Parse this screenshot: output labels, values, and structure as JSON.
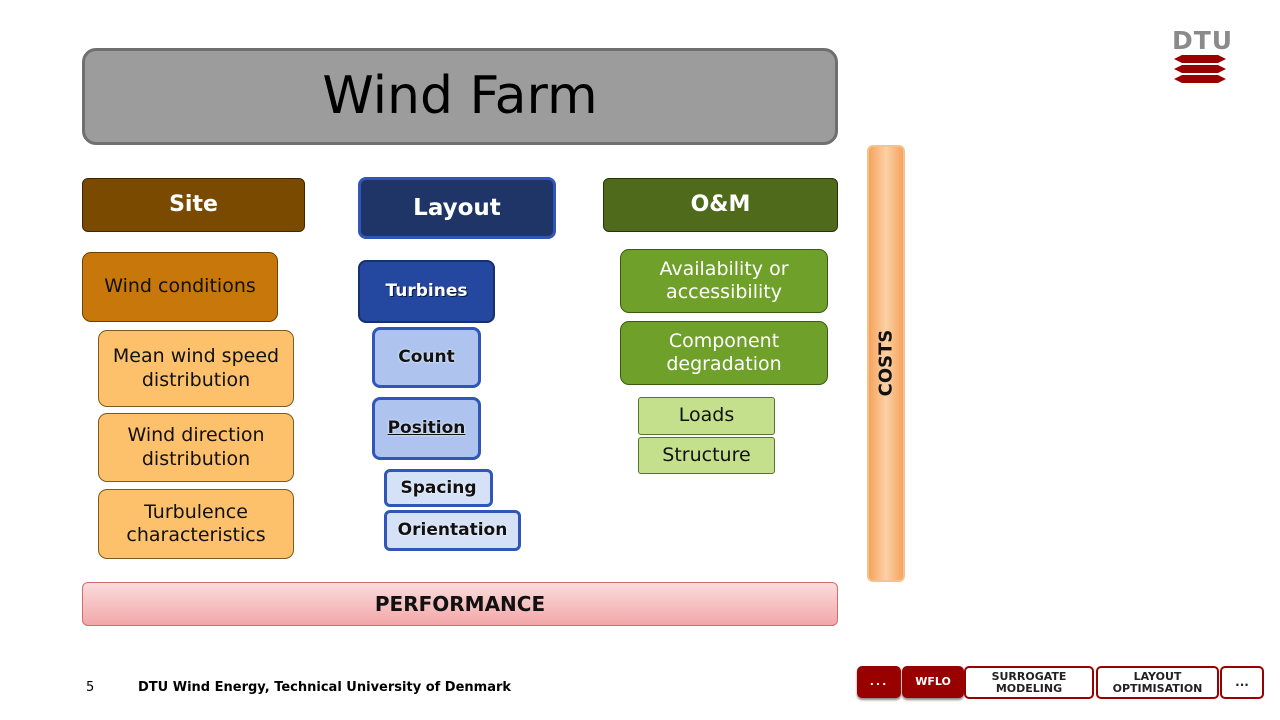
{
  "title": "Wind Farm",
  "columns": {
    "site": {
      "header": "Site",
      "level1": "Wind conditions",
      "level2": [
        "Mean wind speed distribution",
        "Wind direction distribution",
        "Turbulence characteristics"
      ]
    },
    "layout": {
      "header": "Layout",
      "turbines": "Turbines",
      "count": "Count",
      "position": "Position",
      "spacing": "Spacing",
      "orientation": "Orientation"
    },
    "om": {
      "header": "O&M",
      "level1": [
        "Availability or accessibility",
        "Component degradation"
      ],
      "level2": [
        "Loads",
        "Structure"
      ]
    }
  },
  "costs_label": "COSTS",
  "performance_label": "PERFORMANCE",
  "logo_text": "DTU",
  "footer": {
    "page_number": "5",
    "text": "DTU Wind Energy, Technical University of Denmark"
  },
  "nav": {
    "items": [
      "...",
      "WFLO",
      "SURROGATE MODELING",
      "LAYOUT OPTIMISATION",
      "..."
    ]
  },
  "colors": {
    "dtu_red": "#990000",
    "site": "#7a4a00",
    "layout": "#1f3567",
    "om": "#4e6a1a"
  }
}
